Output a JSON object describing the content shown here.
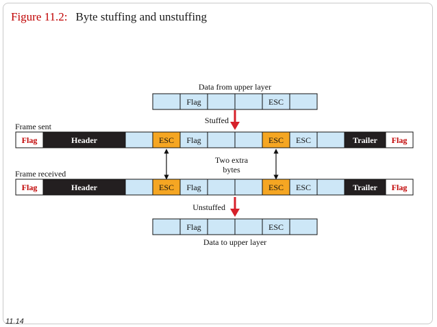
{
  "title": {
    "label": "Figure 11.2:",
    "text": "Byte stuffing and unstuffing"
  },
  "labels": {
    "data_from_upper": "Data from upper layer",
    "stuffed": "Stuffed",
    "frame_sent": "Frame sent",
    "two_extra_line1": "Two extra",
    "two_extra_line2": "bytes",
    "frame_received": "Frame received",
    "unstuffed": "Unstuffed",
    "data_to_upper": "Data to upper layer"
  },
  "top_data": [
    "",
    "Flag",
    "",
    "",
    "ESC",
    ""
  ],
  "frame_sent": {
    "flag": "Flag",
    "header": "Header",
    "payload": [
      "ESC",
      "Flag",
      "",
      "",
      "ESC",
      "ESC",
      ""
    ],
    "trailer": "Trailer",
    "end_flag": "Flag"
  },
  "frame_received": {
    "flag": "Flag",
    "header": "Header",
    "payload": [
      "ESC",
      "Flag",
      "",
      "",
      "ESC",
      "ESC",
      ""
    ],
    "trailer": "Trailer",
    "end_flag": "Flag"
  },
  "bottom_data": [
    "",
    "Flag",
    "",
    "",
    "ESC",
    ""
  ],
  "slide_number": "11.14",
  "colors": {
    "cell_fill": "#cde7f7",
    "esc_inserted": "#f5a623",
    "dark": "#231f20",
    "flag_text": "#c00000",
    "arrow_red": "#d6202a"
  }
}
